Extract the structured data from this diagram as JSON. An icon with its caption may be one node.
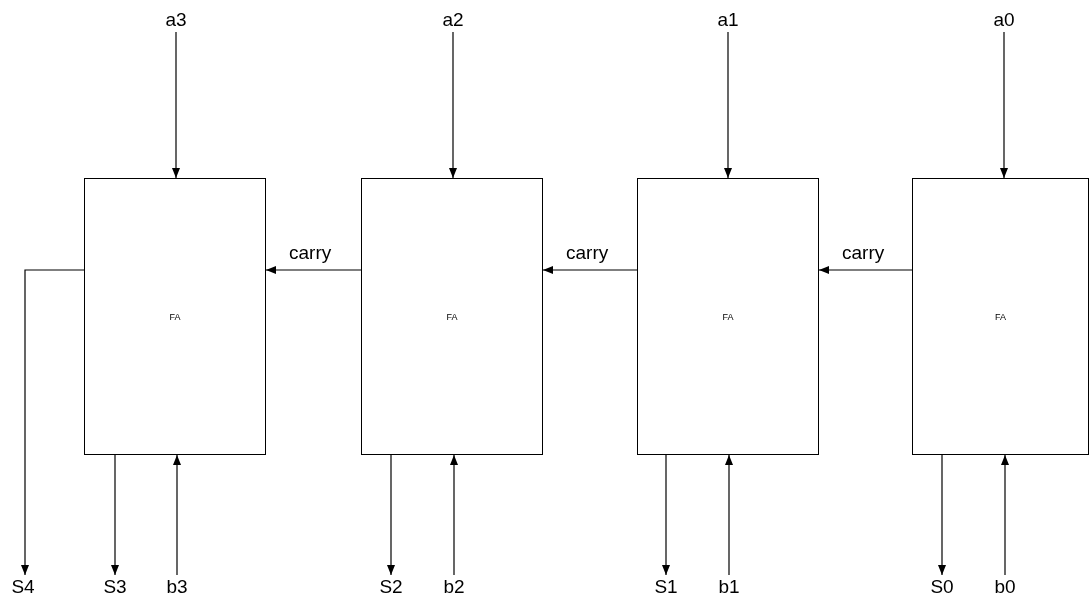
{
  "diagram": {
    "nodes": [
      {
        "text": [
          "a3"
        ]
      },
      {
        "text": [
          "a2"
        ]
      },
      {
        "text": [
          "a1"
        ]
      },
      {
        "text": [
          "a0"
        ]
      },
      {
        "text": [
          "FA"
        ]
      },
      {
        "text": [
          "FA"
        ]
      },
      {
        "text": [
          "FA"
        ]
      },
      {
        "text": [
          "FA"
        ]
      },
      {
        "text": [
          "S4"
        ]
      },
      {
        "text": [
          "S3"
        ]
      },
      {
        "text": [
          "b3"
        ]
      },
      {
        "text": [
          "S2"
        ]
      },
      {
        "text": [
          "b2"
        ]
      },
      {
        "text": [
          "S1"
        ]
      },
      {
        "text": [
          "b1"
        ]
      },
      {
        "text": [
          "S0"
        ]
      },
      {
        "text": [
          "b0"
        ]
      }
    ],
    "edges": [
      {
        "from": 0,
        "to": 4,
        "arrow": "to"
      },
      {
        "from": 1,
        "to": 5,
        "arrow": "to"
      },
      {
        "from": 2,
        "to": 6,
        "arrow": "to"
      },
      {
        "from": 3,
        "to": 7,
        "arrow": "to"
      },
      {
        "from": 5,
        "to": 4,
        "label": "carry",
        "arrow": "to"
      },
      {
        "from": 6,
        "to": 5,
        "label": "carry",
        "arrow": "to"
      },
      {
        "from": 7,
        "to": 6,
        "label": "carry",
        "arrow": "to"
      },
      {
        "from": 4,
        "to": 8,
        "arrow": "to"
      },
      {
        "from": 4,
        "to": 9,
        "arrow": "to"
      },
      {
        "from": 10,
        "to": 4,
        "arrow": "to"
      },
      {
        "from": 5,
        "to": 11,
        "arrow": "to"
      },
      {
        "from": 12,
        "to": 5,
        "arrow": "to"
      },
      {
        "from": 6,
        "to": 13,
        "arrow": "to"
      },
      {
        "from": 14,
        "to": 6,
        "arrow": "to"
      },
      {
        "from": 7,
        "to": 15,
        "arrow": "to"
      },
      {
        "from": 16,
        "to": 7,
        "arrow": "to"
      }
    ]
  }
}
